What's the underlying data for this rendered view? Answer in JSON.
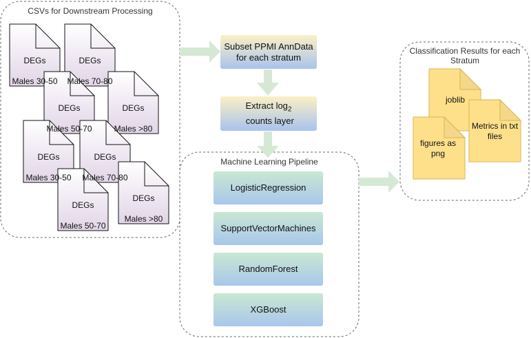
{
  "csv_group": {
    "title": "CSVs for Downstream Processing",
    "docs": [
      {
        "line1": "DEGs",
        "line2": "Males 30-50"
      },
      {
        "line1": "DEGs",
        "line2": "Males 70-80"
      },
      {
        "line1": "DEGs",
        "line2": "Males 50-70"
      },
      {
        "line1": "DEGs",
        "line2": "Males >80"
      },
      {
        "line1": "DEGs",
        "line2": "Males 30-50"
      },
      {
        "line1": "DEGs",
        "line2": "Males 70-80"
      },
      {
        "line1": "DEGs",
        "line2": "Males 50-70"
      },
      {
        "line1": "DEGs",
        "line2": "Males >80"
      }
    ]
  },
  "steps": {
    "subset": "Subset PPMI AnnData\nfor each stratum",
    "extract_prefix": "Extract log",
    "extract_sub": "2",
    "extract_suffix": " counts layer"
  },
  "ml_group": {
    "title": "Machine Learning Pipeline",
    "models": [
      "LogisticRegression",
      "SupportVectorMachines",
      "RandomForest",
      "XGBoost"
    ]
  },
  "results_group": {
    "title": "Classification Results for each Stratum",
    "docs": [
      {
        "label": "joblib"
      },
      {
        "label": "Metrics in txt files"
      },
      {
        "label": "figures as png"
      }
    ]
  },
  "colors": {
    "doc_fill_top": "#ffffff",
    "doc_fill_bottom": "#e1d5e7",
    "result_fill": "#ffe08a",
    "result_stroke": "#d6b656",
    "arrow": "#d5e8d4",
    "group_stroke": "#666666"
  }
}
